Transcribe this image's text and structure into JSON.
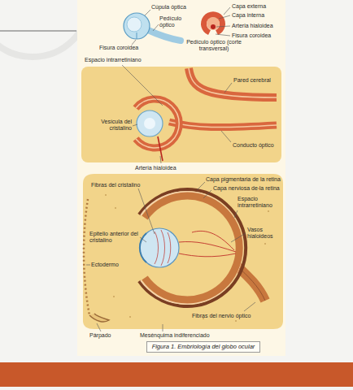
{
  "diagram": {
    "caption": "Figura 1. Embriología del globo ocular",
    "labels": [
      "Cúpula óptica",
      "Pedículo óptico",
      "Fisura coroidea",
      "Capa externa",
      "Capa interna",
      "Arteria hialoidea",
      "Fisura coroidea",
      "Pedículo óptico (corte transversal)",
      "Espacio intrarretiniano",
      "Pared cerebral",
      "Vesícula del cristalino",
      "Conducto óptico",
      "Arteria hialoidea",
      "Fibras del cristalino",
      "Capa pigmentaria de la retina",
      "Capa nerviosa de la retina",
      "Espacio intrarretiniano",
      "Epitelio anterior del cristalino",
      "Vasos hialoideos",
      "Ectodermo",
      "Fibras del nervio óptico",
      "Párpado",
      "Mesénquima indiferenciado"
    ]
  }
}
